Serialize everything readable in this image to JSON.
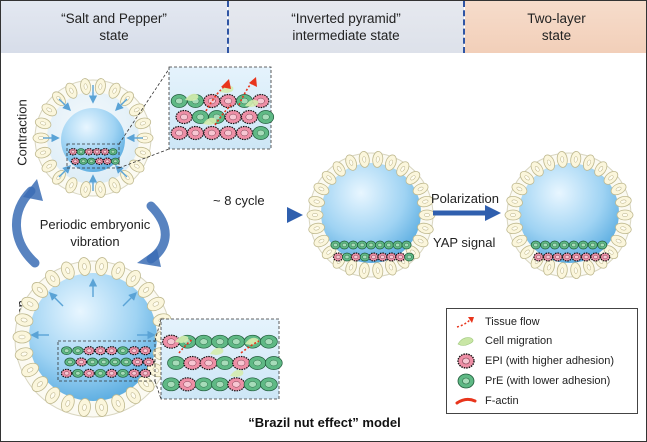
{
  "stages": [
    {
      "line1": "“Salt and Pepper”",
      "line2": "state"
    },
    {
      "line1": "“Inverted pyramid”",
      "line2": "intermediate state"
    },
    {
      "line1": "Two-layer",
      "line2": "state"
    }
  ],
  "labels": {
    "contraction": "Contraction",
    "expansion": "Expansion",
    "vibration_line1": "Periodic embryonic",
    "vibration_line2": "vibration",
    "cycle": "~ 8 cycle",
    "polarization": "Polarization",
    "yap": "YAP signal"
  },
  "legend": [
    {
      "icon": "tissue-flow-icon",
      "text": "Tissue flow"
    },
    {
      "icon": "cell-migration-icon",
      "text": "Cell migration"
    },
    {
      "icon": "epi-cell-icon",
      "text": "EPI (with higher adhesion)"
    },
    {
      "icon": "pre-cell-icon",
      "text": "PrE (with lower adhesion)"
    },
    {
      "icon": "f-actin-icon",
      "text": "F-actin"
    }
  ],
  "model_title": "“Brazil nut effect” model",
  "colors": {
    "epi": "#ee8fa6",
    "pre": "#5fb985",
    "trophectoderm": "#f8f2cf",
    "cavity": "#8ec9ee",
    "arrow": "#2f5fae",
    "actin": "#e8351c"
  }
}
